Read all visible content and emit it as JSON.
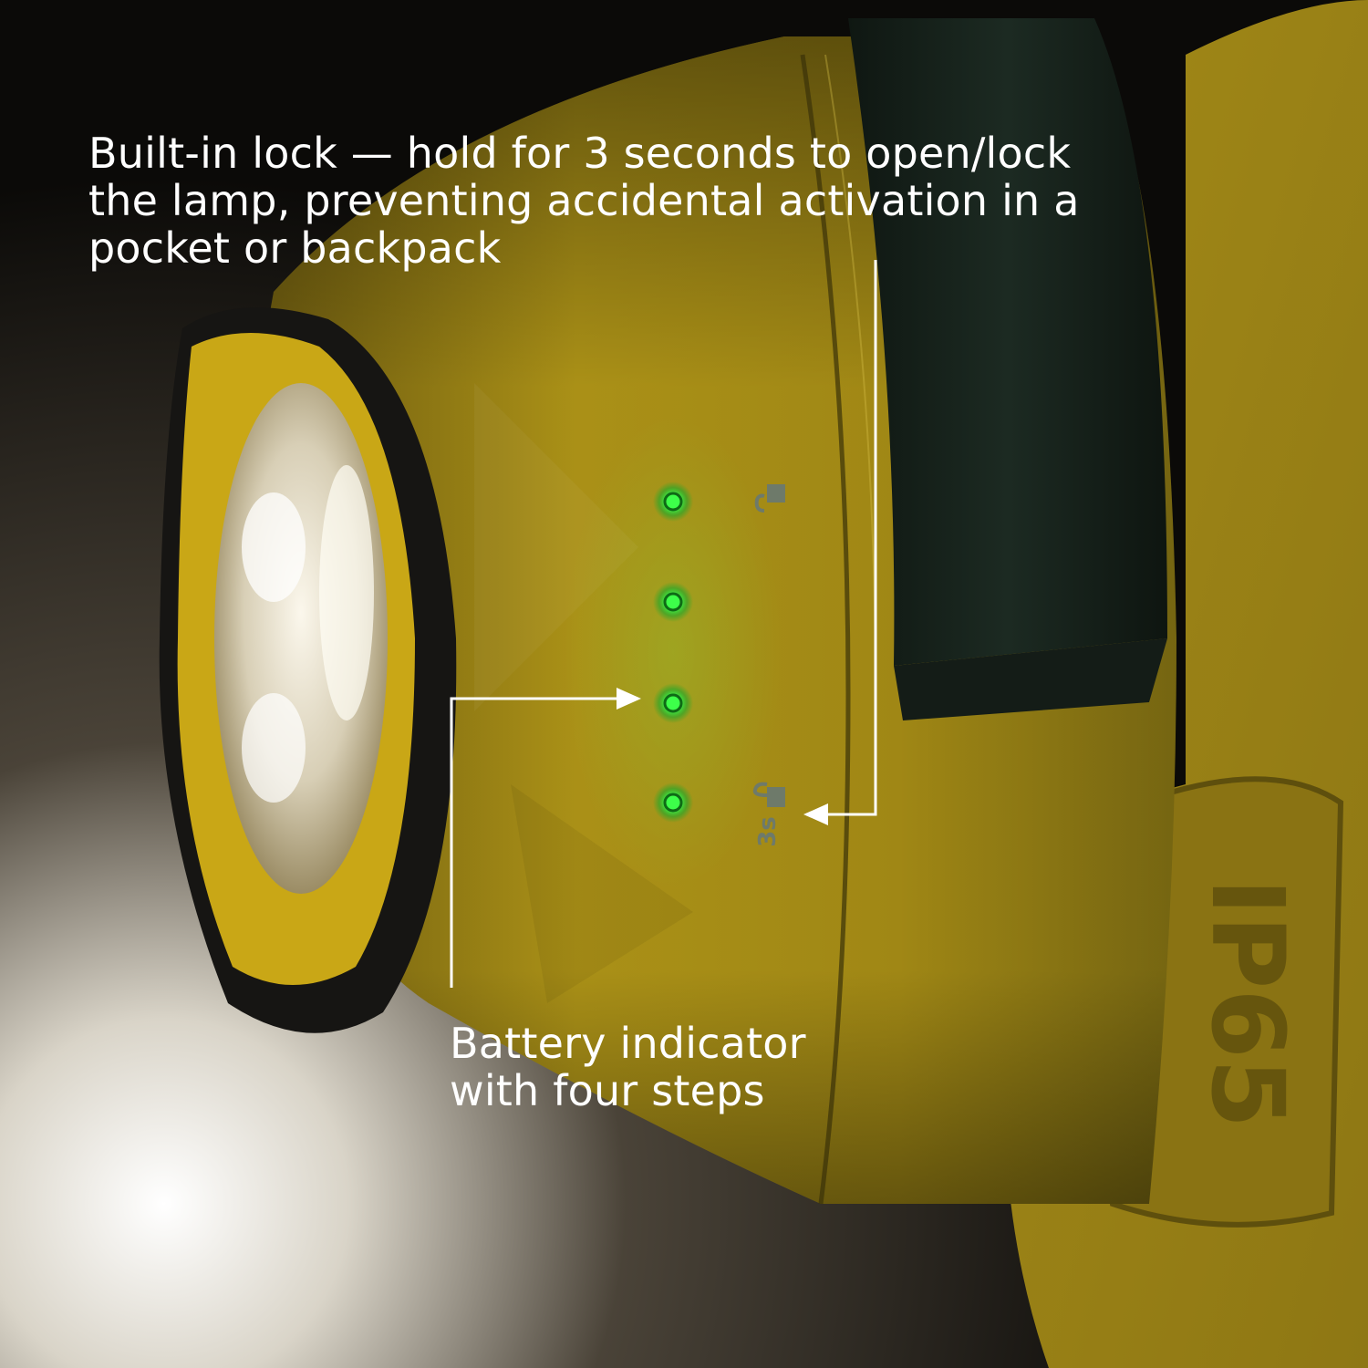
{
  "callouts": {
    "lock": "Built-in lock — hold for 3 seconds to open/lock the lamp, preventing accidental activation in a pocket or backpack",
    "battery": "Battery indicator with four steps"
  },
  "device": {
    "lock_hold_label": "3s",
    "rating_label": "IP65",
    "battery_steps": 4,
    "led_color": "#3dff4a",
    "body_color": "#b59a18"
  }
}
